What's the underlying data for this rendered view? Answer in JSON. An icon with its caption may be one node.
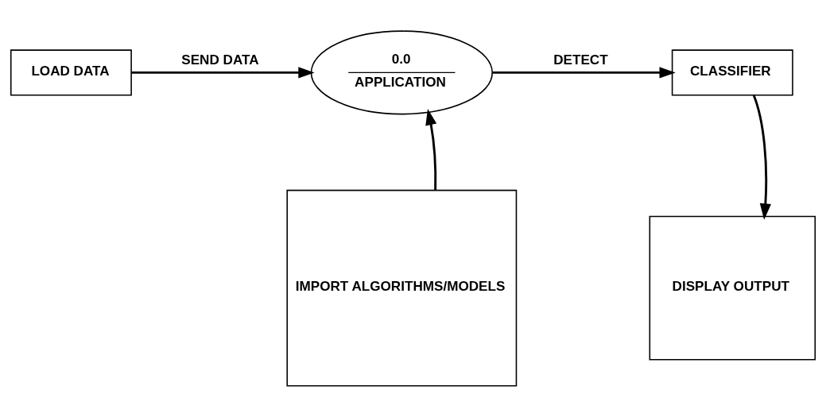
{
  "diagram": {
    "nodes": [
      {
        "text": [
          "LOAD DATA"
        ]
      },
      {
        "text": [
          "0.0",
          "APPLICATION"
        ]
      },
      {
        "text": [
          "CLASSIFIER"
        ]
      },
      {
        "text": [
          "DISPLAY OUTPUT"
        ]
      },
      {
        "text": [
          "IMPORT ALGORITHMS/MODELS"
        ]
      }
    ],
    "edges": [
      {
        "from": 0,
        "to": 1,
        "arrow": "to",
        "label": "SEND DATA"
      },
      {
        "from": 1,
        "to": 2,
        "arrow": "to",
        "label": "DETECT"
      },
      {
        "from": 2,
        "to": 3,
        "arrow": "to"
      },
      {
        "from": 4,
        "to": 1,
        "arrow": "to"
      }
    ]
  }
}
